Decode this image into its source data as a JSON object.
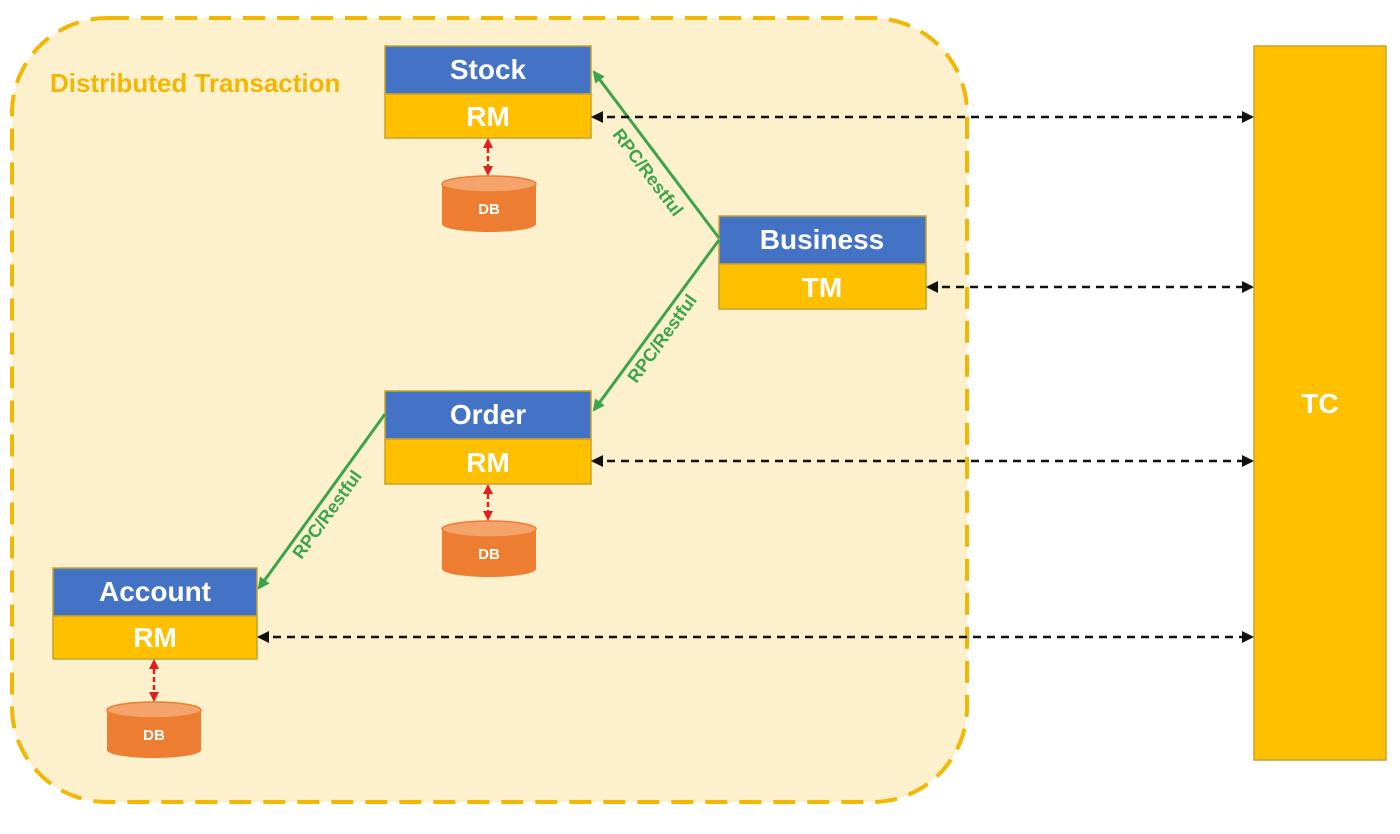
{
  "region": {
    "title": "Distributed Transaction"
  },
  "colors": {
    "region_fill": "#fdf0cc",
    "region_border": "#f2b705",
    "header_blue": "#4472c4",
    "role_gold": "#ffc000",
    "box_border": "#c9a227",
    "db_orange": "#ed7d31",
    "db_top": "#f4a46a",
    "rpc_green": "#3aa54a",
    "db_arrow_red": "#e02020",
    "dashed_black": "#111111"
  },
  "services": {
    "stock": {
      "name": "Stock",
      "role": "RM",
      "db": "DB"
    },
    "business": {
      "name": "Business",
      "role": "TM"
    },
    "order": {
      "name": "Order",
      "role": "RM",
      "db": "DB"
    },
    "account": {
      "name": "Account",
      "role": "RM",
      "db": "DB"
    }
  },
  "coordinator": {
    "label": "TC"
  },
  "links": {
    "business_to_stock": "RPC/Restful",
    "business_to_order": "RPC/Restful",
    "order_to_account": "RPC/Restful"
  }
}
